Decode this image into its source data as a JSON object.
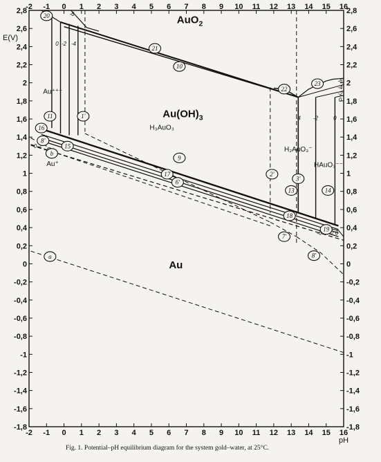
{
  "chart_data": {
    "type": "line",
    "title": "",
    "caption": "Fig. 1. Potential–pH equilibrium diagram for the system gold–water, at 25°C.",
    "xlabel": "pH",
    "ylabel": "E(V)",
    "xlim": [
      -2,
      16
    ],
    "ylim": [
      -1.8,
      2.8
    ],
    "x_ticks": [
      "-2",
      "-1",
      "0",
      "1",
      "2",
      "3",
      "4",
      "5",
      "6",
      "7",
      "8",
      "9",
      "10",
      "11",
      "12",
      "13",
      "14",
      "15",
      "16"
    ],
    "y_ticks_left": [
      "2,8",
      "2,6",
      "2,4",
      "2,2",
      "2",
      "1,8",
      "1,6",
      "1,4",
      "1,2",
      "1",
      "0,8",
      "0,6",
      "0,4",
      "0,2",
      "0",
      "-0,2",
      "-0,4",
      "-0,6",
      "-0,8",
      "-1",
      "-1,2",
      "-1,4",
      "-1,6",
      "-1,8"
    ],
    "y_ticks_right": [
      "2,8",
      "2,6",
      "2,4",
      "2,2",
      "2",
      "1,8",
      "1,6",
      "1,4",
      "1,2",
      "1",
      "0,8",
      "0,6",
      "0,4",
      "0,2",
      "0",
      "-0,2",
      "-0,4",
      "-0,6",
      "-0,8",
      "-1",
      "-1,2",
      "-1,4",
      "-1,6",
      "-1,8"
    ],
    "regions": [
      {
        "label": "AuO",
        "sub": "2",
        "x": 7.2,
        "y": 2.66,
        "size": 15
      },
      {
        "label": "Au(OH)",
        "sub": "3",
        "x": 6.8,
        "y": 1.62,
        "size": 15
      },
      {
        "label": "Au",
        "sub": "",
        "x": 6.4,
        "y": -0.05,
        "size": 15
      }
    ],
    "species_labels": [
      {
        "text": "H₃AuO₃",
        "x": 4.9,
        "y": 1.48
      },
      {
        "text": "H₂AuO₃⁻",
        "x": 12.6,
        "y": 1.24
      },
      {
        "text": "HAuO₃⁻⁻",
        "x": 14.3,
        "y": 1.07
      },
      {
        "text": "Au⁺⁺⁺",
        "x": -1.2,
        "y": 1.88
      },
      {
        "text": "Au⁺",
        "x": -1.0,
        "y": 1.08
      }
    ],
    "concentration_labels": [
      {
        "text": "0",
        "x": -0.4,
        "y": 2.41
      },
      {
        "text": "-2",
        "x": 0.0,
        "y": 2.41
      },
      {
        "text": "-4",
        "x": 0.55,
        "y": 2.41
      },
      {
        "text": "-6",
        "x": 0.45,
        "y": 2.74
      },
      {
        "text": "-4",
        "x": 13.4,
        "y": 1.59
      },
      {
        "text": "-2",
        "x": 14.4,
        "y": 1.59
      },
      {
        "text": "0",
        "x": 15.5,
        "y": 1.59
      },
      {
        "text": "-6",
        "x": 15.8,
        "y": 2.0
      },
      {
        "text": "-4",
        "x": 15.8,
        "y": 1.93
      },
      {
        "text": "-2",
        "x": 15.8,
        "y": 1.86
      },
      {
        "text": "0",
        "x": 15.8,
        "y": 1.79
      },
      {
        "text": "0-2",
        "x": -1.5,
        "y": 1.28
      },
      {
        "text": "-4",
        "x": -1.0,
        "y": 1.24
      },
      {
        "text": "-6",
        "x": 14.6,
        "y": 0.32
      },
      {
        "text": "-4",
        "x": 15.0,
        "y": 0.32
      },
      {
        "text": "-2",
        "x": 15.3,
        "y": 0.32
      },
      {
        "text": "0",
        "x": 15.6,
        "y": 0.32
      }
    ],
    "line_labels": [
      {
        "text": "20",
        "x": -1.0,
        "y": 2.74
      },
      {
        "text": "21",
        "x": 5.2,
        "y": 2.38
      },
      {
        "text": "10",
        "x": 6.6,
        "y": 2.18
      },
      {
        "text": "22",
        "x": 12.6,
        "y": 1.93
      },
      {
        "text": "23",
        "x": 14.5,
        "y": 1.99
      },
      {
        "text": "11",
        "x": -0.8,
        "y": 1.63
      },
      {
        "text": "1'",
        "x": 1.1,
        "y": 1.63
      },
      {
        "text": "16",
        "x": -1.3,
        "y": 1.5
      },
      {
        "text": "8'",
        "x": -1.2,
        "y": 1.36
      },
      {
        "text": "15",
        "x": 0.2,
        "y": 1.3
      },
      {
        "text": "b",
        "x": -0.7,
        "y": 1.22
      },
      {
        "text": "9",
        "x": 6.6,
        "y": 1.17
      },
      {
        "text": "17",
        "x": 5.9,
        "y": 0.99
      },
      {
        "text": "6'",
        "x": 6.5,
        "y": 0.9
      },
      {
        "text": "2'",
        "x": 11.9,
        "y": 0.99
      },
      {
        "text": "3'",
        "x": 13.4,
        "y": 0.94
      },
      {
        "text": "13",
        "x": 13.0,
        "y": 0.81
      },
      {
        "text": "14",
        "x": 15.1,
        "y": 0.81
      },
      {
        "text": "18",
        "x": 12.9,
        "y": 0.53
      },
      {
        "text": "19",
        "x": 15.0,
        "y": 0.38
      },
      {
        "text": "7'",
        "x": 12.6,
        "y": 0.3
      },
      {
        "text": "8'",
        "x": 14.3,
        "y": 0.09
      },
      {
        "text": "a",
        "x": -0.8,
        "y": 0.08
      }
    ],
    "series": [
      {
        "name": "",
        "style": "solid",
        "weight": 2.0,
        "x": [
          -0.2,
          13.4
        ],
        "y": [
          2.67,
          1.84
        ]
      },
      {
        "name": "",
        "style": "solid",
        "weight": 1.4,
        "x": [
          0.0,
          13.4
        ],
        "y": [
          2.62,
          1.84
        ]
      },
      {
        "name": "",
        "style": "solid",
        "weight": 1.2,
        "x": [
          -1.3,
          -0.2
        ],
        "y": [
          2.8,
          2.67
        ]
      },
      {
        "name": "",
        "style": "solid",
        "weight": 1.2,
        "x": [
          0.4,
          1.3,
          2.0
        ],
        "y": [
          2.8,
          2.61,
          2.57
        ]
      },
      {
        "name": "",
        "style": "solid",
        "weight": 1.4,
        "x": [
          12.0,
          12.6,
          13.4
        ],
        "y": [
          1.94,
          1.93,
          1.84
        ]
      },
      {
        "name": "",
        "style": "solid",
        "weight": 1.2,
        "x": [
          13.4,
          14.0,
          15.0,
          15.4,
          16.0
        ],
        "y": [
          1.84,
          1.93,
          2.02,
          2.04,
          2.05
        ]
      },
      {
        "name": "",
        "style": "solid",
        "weight": 1.0,
        "x": [
          13.4,
          16.0
        ],
        "y": [
          1.84,
          1.98
        ]
      },
      {
        "name": "",
        "style": "solid",
        "weight": 1.0,
        "x": [
          14.4,
          16.0
        ],
        "y": [
          1.84,
          1.91
        ]
      },
      {
        "name": "",
        "style": "solid",
        "weight": 1.0,
        "x": [
          15.5,
          16.0
        ],
        "y": [
          1.84,
          1.86
        ]
      },
      {
        "name": "",
        "style": "solid",
        "weight": 1.6,
        "x": [
          13.4,
          13.4
        ],
        "y": [
          1.84,
          0.56
        ]
      },
      {
        "name": "",
        "style": "solid",
        "weight": 1.4,
        "x": [
          14.4,
          14.4
        ],
        "y": [
          1.84,
          0.5
        ]
      },
      {
        "name": "",
        "style": "solid",
        "weight": 1.4,
        "x": [
          15.5,
          15.5
        ],
        "y": [
          1.84,
          0.44
        ]
      },
      {
        "name": "",
        "style": "solid",
        "weight": 1.4,
        "x": [
          -0.7,
          -0.7
        ],
        "y": [
          2.72,
          1.5
        ]
      },
      {
        "name": "",
        "style": "solid",
        "weight": 1.4,
        "x": [
          -0.2,
          -0.2
        ],
        "y": [
          2.67,
          1.44
        ]
      },
      {
        "name": "",
        "style": "solid",
        "weight": 1.4,
        "x": [
          0.3,
          0.3
        ],
        "y": [
          2.65,
          1.42
        ]
      },
      {
        "name": "",
        "style": "solid",
        "weight": 1.4,
        "x": [
          0.8,
          0.8
        ],
        "y": [
          2.63,
          1.42
        ]
      },
      {
        "name": "",
        "style": "solid",
        "weight": 2.4,
        "x": [
          -1.3,
          15.7
        ],
        "y": [
          1.49,
          0.42
        ]
      },
      {
        "name": "",
        "style": "solid",
        "weight": 1.2,
        "x": [
          -1.3,
          15.7
        ],
        "y": [
          1.43,
          0.38
        ]
      },
      {
        "name": "",
        "style": "solid",
        "weight": 1.2,
        "x": [
          -1.3,
          15.7
        ],
        "y": [
          1.39,
          0.34
        ]
      },
      {
        "name": "",
        "style": "solid",
        "weight": 1.2,
        "x": [
          -1.3,
          15.7
        ],
        "y": [
          1.36,
          0.3
        ]
      },
      {
        "name": "",
        "style": "solid",
        "weight": 1.0,
        "x": [
          14.9,
          15.7,
          16.0
        ],
        "y": [
          0.4,
          0.37,
          0.3
        ]
      },
      {
        "name": "",
        "style": "dashed",
        "weight": 1.0,
        "x": [
          1.2,
          1.2
        ],
        "y": [
          2.8,
          1.46
        ]
      },
      {
        "name": "",
        "style": "dashed",
        "weight": 1.0,
        "x": [
          11.8,
          11.8
        ],
        "y": [
          1.95,
          0.56
        ]
      },
      {
        "name": "",
        "style": "dashed",
        "weight": 1.0,
        "x": [
          13.3,
          13.3
        ],
        "y": [
          2.8,
          0.22
        ]
      },
      {
        "name": "",
        "style": "dashed",
        "weight": 1.2,
        "x": [
          -1.9,
          16.0
        ],
        "y": [
          1.31,
          0.26
        ]
      },
      {
        "name": "",
        "style": "dashed",
        "weight": 1.0,
        "x": [
          -1.9,
          11.8
        ],
        "y": [
          1.32,
          0.42
        ]
      },
      {
        "name": "",
        "style": "dashed",
        "weight": 1.0,
        "x": [
          1.2,
          11.8
        ],
        "y": [
          1.44,
          0.46
        ]
      },
      {
        "name": "",
        "style": "dashed",
        "weight": 1.0,
        "x": [
          11.8,
          13.3
        ],
        "y": [
          0.46,
          0.3
        ]
      },
      {
        "name": "",
        "style": "dashed",
        "weight": 1.0,
        "x": [
          13.3,
          14.7,
          16.0
        ],
        "y": [
          0.3,
          0.12,
          -0.12
        ]
      },
      {
        "name": "",
        "style": "dashed",
        "weight": 1.0,
        "x": [
          -1.9,
          16.0
        ],
        "y": [
          0.14,
          -0.98
        ]
      },
      {
        "name": "",
        "style": "dashed",
        "weight": 1.0,
        "x": [
          -1.9,
          -0.4
        ],
        "y": [
          1.39,
          1.24
        ]
      }
    ],
    "grid": false
  }
}
